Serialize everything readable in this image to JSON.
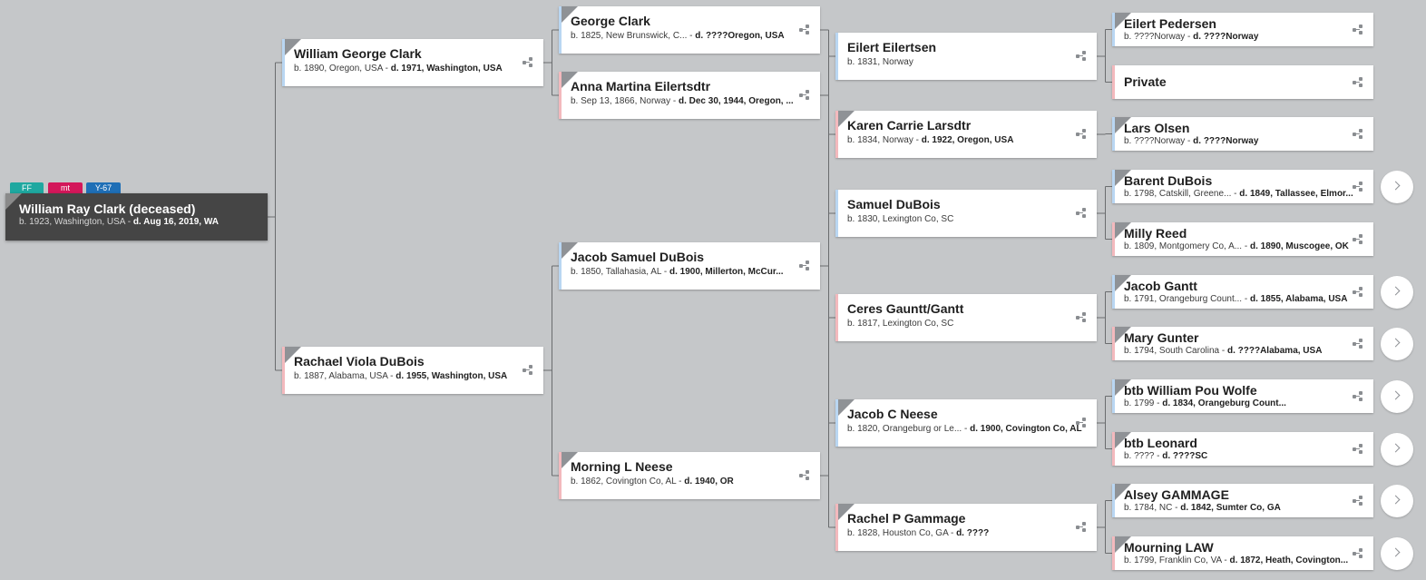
{
  "colors": {
    "background": "#c5c7c9",
    "male_border": "#b9d6f2",
    "female_border": "#f3b9bd",
    "root_bg": "#454545",
    "line": "#6a6c6e"
  },
  "badges": [
    {
      "label": "FF",
      "color": "#1fa8a0"
    },
    {
      "label": "mt",
      "color": "#d3175a"
    },
    {
      "label": "Y-67",
      "color": "#1f6fb6"
    }
  ],
  "root": {
    "name": "William Ray Clark (deceased)",
    "birth": "b. 1923, Washington, USA",
    "death": "d. Aug 16, 2019, WA",
    "sex": "m"
  },
  "generations": [
    [
      {
        "name": "William George Clark",
        "birth": "b. 1890, Oregon, USA",
        "death": "d. 1971, Washington, USA",
        "sex": "m",
        "corner": true
      },
      {
        "name": "Rachael Viola DuBois",
        "birth": "b. 1887, Alabama, USA",
        "death": "d. 1955, Washington, USA",
        "sex": "f",
        "corner": true
      }
    ],
    [
      {
        "name": "George Clark",
        "birth": "b. 1825, New Brunswick, C...",
        "death": "d. ????Oregon, USA",
        "sex": "m",
        "corner": true
      },
      {
        "name": "Anna Martina Eilertsdtr",
        "birth": "b. Sep 13, 1866, Norway",
        "death": "d. Dec 30, 1944, Oregon, ...",
        "sex": "f",
        "corner": true
      },
      {
        "name": "Jacob Samuel DuBois",
        "birth": "b. 1850, Tallahasia, AL",
        "death": "d. 1900, Millerton, McCur...",
        "sex": "m",
        "corner": true
      },
      {
        "name": "Morning L Neese",
        "birth": "b. 1862, Covington Co, AL",
        "death": "d. 1940, OR",
        "sex": "f",
        "corner": true
      }
    ],
    [
      {
        "name": "Eilert Eilertsen",
        "birth": "b. 1831, Norway",
        "death": "",
        "sex": "m",
        "corner": false
      },
      {
        "name": "Karen Carrie Larsdtr",
        "birth": "b. 1834, Norway",
        "death": "d. 1922, Oregon, USA",
        "sex": "f",
        "corner": true
      },
      {
        "name": "Samuel DuBois",
        "birth": "b. 1830, Lexington Co, SC",
        "death": "",
        "sex": "m",
        "corner": false
      },
      {
        "name": "Ceres Gauntt/Gantt",
        "birth": "b. 1817, Lexington Co, SC",
        "death": "",
        "sex": "f",
        "corner": false
      },
      {
        "name": "Jacob C Neese",
        "birth": "b. 1820, Orangeburg or Le...",
        "death": "d. 1900, Covington Co, AL",
        "sex": "m",
        "corner": true
      },
      {
        "name": "Rachel P Gammage",
        "birth": "b. 1828, Houston Co, GA",
        "death": "d. ????",
        "sex": "f",
        "corner": true
      }
    ],
    [
      {
        "name": "Eilert Pedersen",
        "birth": "b. ????Norway",
        "death": "d. ????Norway",
        "sex": "m",
        "corner": true,
        "expand": false
      },
      {
        "name": "Private",
        "birth": "",
        "death": "",
        "sex": "f",
        "corner": false,
        "expand": false
      },
      {
        "name": "Lars Olsen",
        "birth": "b. ????Norway",
        "death": "d. ????Norway",
        "sex": "m",
        "corner": true,
        "expand": false
      },
      {
        "name": "",
        "birth": "",
        "death": "",
        "sex": "f",
        "empty": true
      },
      {
        "name": "Barent DuBois",
        "birth": "b. 1798, Catskill, Greene...",
        "death": "d. 1849, Tallassee, Elmor...",
        "sex": "m",
        "corner": true,
        "expand": true
      },
      {
        "name": "Milly Reed",
        "birth": "b. 1809, Montgomery Co, A...",
        "death": "d. 1890, Muscogee, OK",
        "sex": "f",
        "corner": true,
        "expand": false
      },
      {
        "name": "Jacob Gantt",
        "birth": "b. 1791, Orangeburg Count...",
        "death": "d. 1855, Alabama, USA",
        "sex": "m",
        "corner": true,
        "expand": true
      },
      {
        "name": "Mary Gunter",
        "birth": "b. 1794, South Carolina",
        "death": "d. ????Alabama, USA",
        "sex": "f",
        "corner": true,
        "expand": true
      },
      {
        "name": "btb William Pou Wolfe",
        "birth": "b. 1799",
        "death": "d. 1834, Orangeburg Count...",
        "sex": "m",
        "corner": true,
        "expand": true
      },
      {
        "name": "btb Leonard",
        "birth": "b. ????",
        "death": "d. ????SC",
        "sex": "f",
        "corner": true,
        "expand": true
      },
      {
        "name": "Alsey GAMMAGE",
        "birth": "b. 1784, NC",
        "death": "d. 1842, Sumter Co, GA",
        "sex": "m",
        "corner": true,
        "expand": true
      },
      {
        "name": "Mourning LAW",
        "birth": "b. 1799, Franklin Co, VA",
        "death": "d. 1872, Heath, Covington...",
        "sex": "f",
        "corner": true,
        "expand": true
      }
    ]
  ]
}
